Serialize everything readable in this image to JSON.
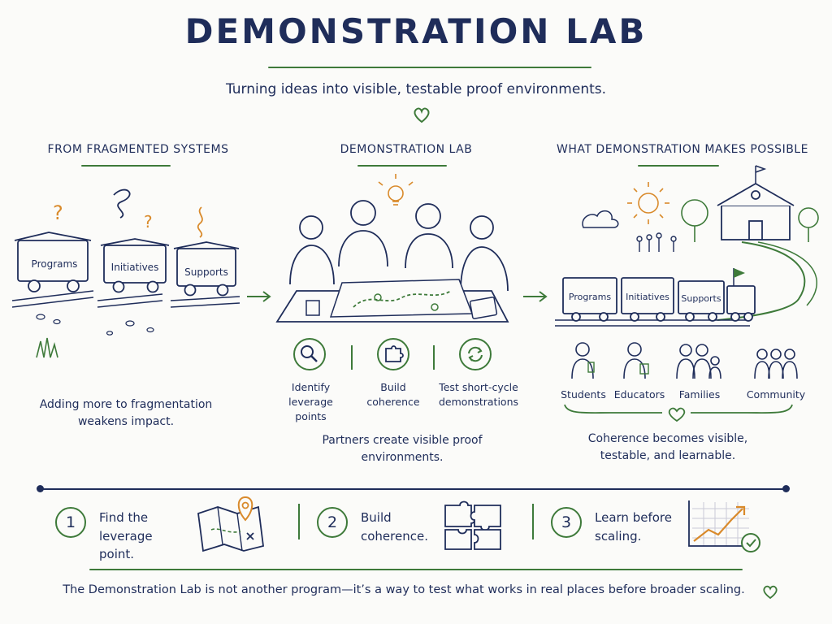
{
  "title": "DEMONSTRATION LAB",
  "subtitle": "Turning ideas into visible, testable proof environments.",
  "left": {
    "heading": "FROM FRAGMENTED SYSTEMS",
    "cars": [
      "Programs",
      "Initiatives",
      "Supports"
    ],
    "caption": "Adding more to fragmentation weakens impact."
  },
  "center": {
    "heading": "DEMONSTRATION LAB",
    "actions": [
      {
        "label": "Identify leverage points",
        "icon": "magnifier-icon"
      },
      {
        "label": "Build coherence",
        "icon": "puzzle-icon"
      },
      {
        "label": "Test short-cycle demonstrations",
        "icon": "cycle-icon"
      }
    ],
    "caption": "Partners create visible proof environments."
  },
  "right": {
    "heading": "WHAT DEMONSTRATION MAKES POSSIBLE",
    "cars": [
      "Programs",
      "Initiatives",
      "Supports"
    ],
    "groups": [
      "Students",
      "Educators",
      "Families",
      "Community"
    ],
    "caption": "Coherence becomes visible, testable, and learnable."
  },
  "steps": [
    {
      "num": "1",
      "text": "Find the leverage point.",
      "icon": "map-icon"
    },
    {
      "num": "2",
      "text": "Build coherence.",
      "icon": "puzzle-icon"
    },
    {
      "num": "3",
      "text": "Learn before scaling.",
      "icon": "growth-chart-icon"
    }
  ],
  "footer": "The Demonstration Lab is not another program—it’s a way to test what works in real places before broader scaling.",
  "colors": {
    "ink": "#1f2d5a",
    "green": "#3e7a3a",
    "orange": "#d98a2b"
  }
}
